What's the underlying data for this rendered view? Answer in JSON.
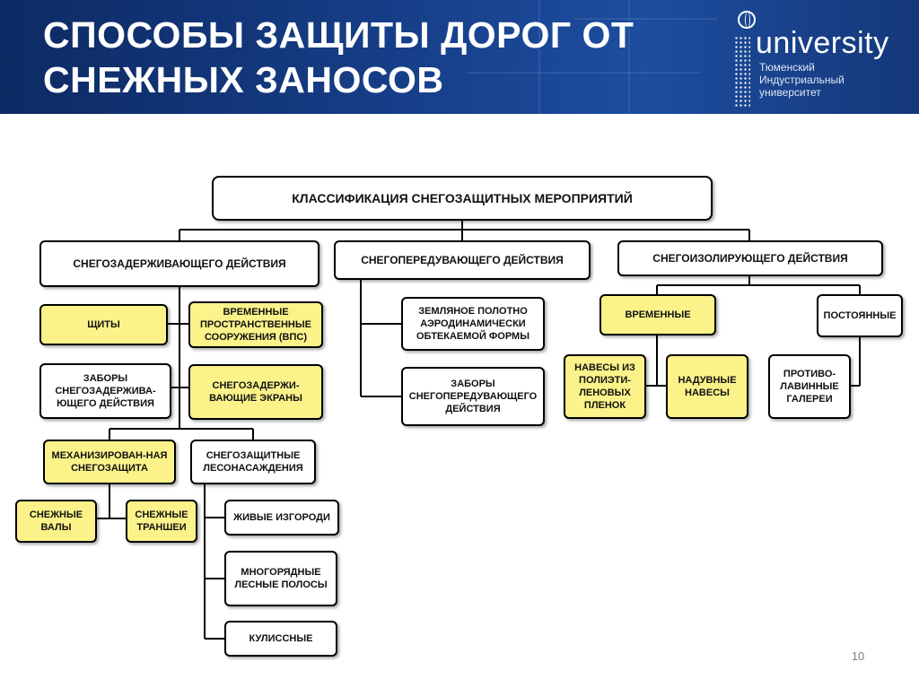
{
  "header": {
    "title_line1": "СПОСОБЫ ЗАЩИТЫ ДОРОГ ОТ",
    "title_line2": "СНЕЖНЫХ ЗАНОСОВ",
    "logo": {
      "word": "university",
      "sub_line1": "Тюменский",
      "sub_line2": "Индустриальный",
      "sub_line3": "университет"
    }
  },
  "diagram": {
    "root": "КЛАССИФИКАЦИЯ СНЕГОЗАЩИТНЫХ МЕРОПРИЯТИЙ",
    "branches": {
      "retaining": "СНЕГОЗАДЕРЖИВАЮЩЕГО ДЕЙСТВИЯ",
      "transporting": "СНЕГОПЕРЕДУВАЮЩЕГО ДЕЙСТВИЯ",
      "isolating": "СНЕГОИЗОЛИРУЮЩЕГО ДЕЙСТВИЯ"
    },
    "retaining": {
      "shields": "ЩИТЫ",
      "temporary_structures": "ВРЕМЕННЫЕ ПРОСТРАНСТВЕННЫЕ СООРУЖЕНИЯ (ВПС)",
      "fences": "ЗАБОРЫ СНЕГОЗАДЕРЖИВА-ЮЩЕГО ДЕЙСТВИЯ",
      "screens": "СНЕГОЗАДЕРЖИ-ВАЮЩИЕ ЭКРАНЫ",
      "mechanized": "МЕХАНИЗИРОВАН-НАЯ СНЕГОЗАЩИТА",
      "plantings": "СНЕГОЗАЩИТНЫЕ ЛЕСОНАСАЖДЕНИЯ",
      "snow_banks": "СНЕЖНЫЕ ВАЛЫ",
      "snow_trenches": "СНЕЖНЫЕ ТРАНШЕИ",
      "hedges": "ЖИВЫЕ ИЗГОРОДИ",
      "forest_belts": "МНОГОРЯДНЫЕ ЛЕСНЫЕ ПОЛОСЫ",
      "wings": "КУЛИССНЫЕ"
    },
    "transporting": {
      "embankment": "ЗЕМЛЯНОЕ ПОЛОТНО АЭРОДИНАМИЧЕСКИ ОБТЕКАЕМОЙ ФОРМЫ",
      "fences": "ЗАБОРЫ СНЕГОПЕРЕДУВАЮЩЕГО ДЕЙСТВИЯ"
    },
    "isolating": {
      "temporary": "ВРЕМЕННЫЕ",
      "permanent": "ПОСТОЯННЫЕ",
      "film_canopies": "НАВЕСЫ ИЗ ПОЛИЭТИ-ЛЕНОВЫХ ПЛЕНОК",
      "inflatable": "НАДУВНЫЕ НАВЕСЫ",
      "galleries": "ПРОТИВО-ЛАВИННЫЕ ГАЛЕРЕИ"
    }
  },
  "footer": {
    "page_number": "10"
  },
  "colors": {
    "header_bg": "#173f8a",
    "highlight": "#fbf38a",
    "border": "#000000"
  }
}
